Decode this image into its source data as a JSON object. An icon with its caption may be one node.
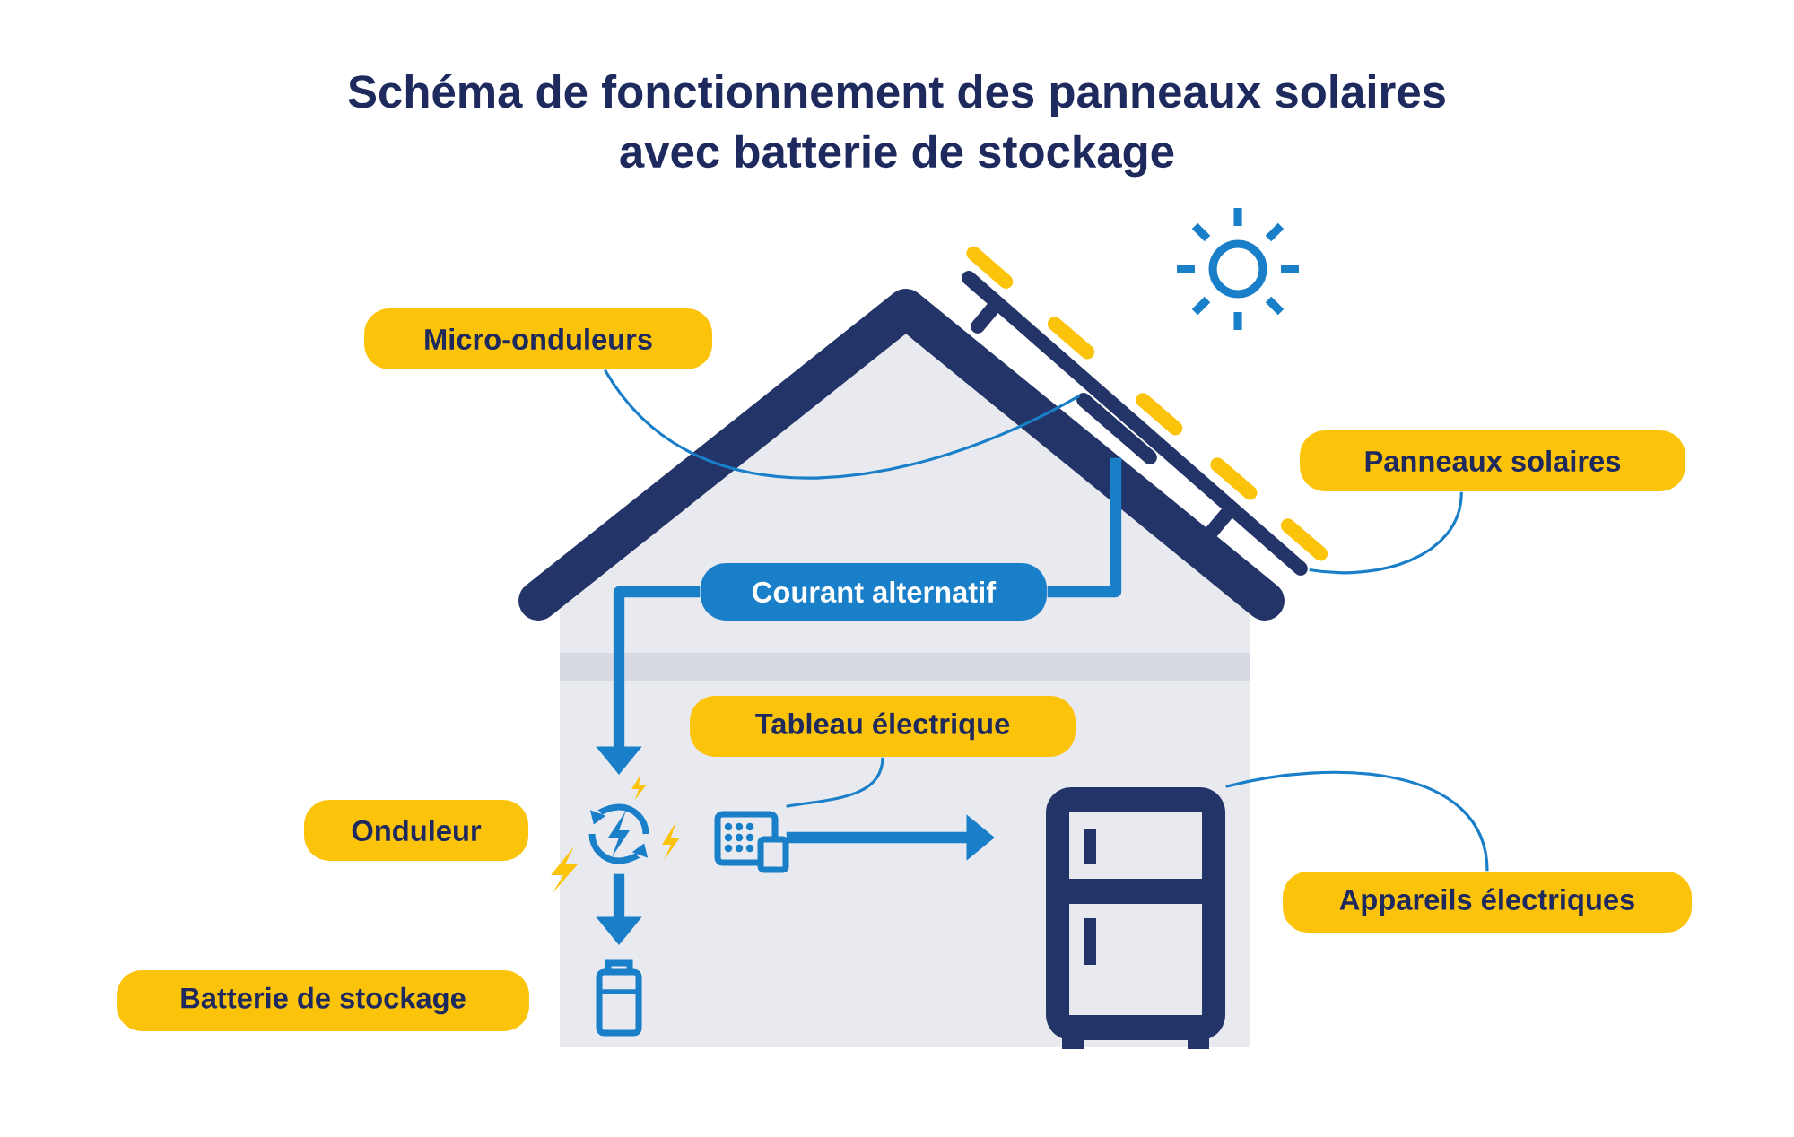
{
  "diagram": {
    "title": "Schéma de fonctionnement des panneaux solaires avec batterie de stockage",
    "nodes": [
      {
        "text": [
          "Micro-onduleurs"
        ]
      },
      {
        "text": [
          "Panneaux solaires"
        ]
      },
      {
        "text": [
          "Courant alternatif"
        ]
      },
      {
        "text": [
          "Tableau électrique"
        ]
      },
      {
        "text": [
          "Onduleur"
        ]
      },
      {
        "text": [
          "Appareils électriques"
        ]
      },
      {
        "text": [
          "Batterie de stockage"
        ]
      },
      {
        "text": [],
        "shape": "picture"
      },
      {
        "text": [],
        "shape": "picture",
        "in": 7
      },
      {
        "text": [],
        "shape": "picture"
      },
      {
        "text": [],
        "shape": "picture"
      },
      {
        "text": [],
        "shape": "picture"
      },
      {
        "text": [],
        "shape": "picture"
      }
    ],
    "edges": [
      {
        "from": 0,
        "to": 8,
        "arrow": "none"
      },
      {
        "from": 1,
        "to": 7,
        "arrow": "none"
      },
      {
        "from": 3,
        "to": 11,
        "arrow": "none"
      },
      {
        "from": 5,
        "to": 12,
        "arrow": "none"
      },
      {
        "from": 8,
        "to": 2,
        "arrow": "none",
        "style": "thick"
      },
      {
        "from": 2,
        "to": 9,
        "arrow": "to",
        "style": "thick"
      },
      {
        "from": 9,
        "to": 10,
        "arrow": "to",
        "style": "thick"
      },
      {
        "from": 11,
        "to": 12,
        "arrow": "to",
        "style": "thick"
      }
    ]
  }
}
